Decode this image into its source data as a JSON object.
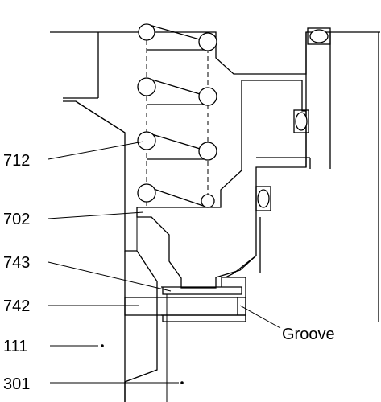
{
  "labels": {
    "spring": "712",
    "piston": "702",
    "ring_upper": "743",
    "ring_lower": "742",
    "body": "111",
    "housing": "301",
    "groove": "Groove"
  }
}
